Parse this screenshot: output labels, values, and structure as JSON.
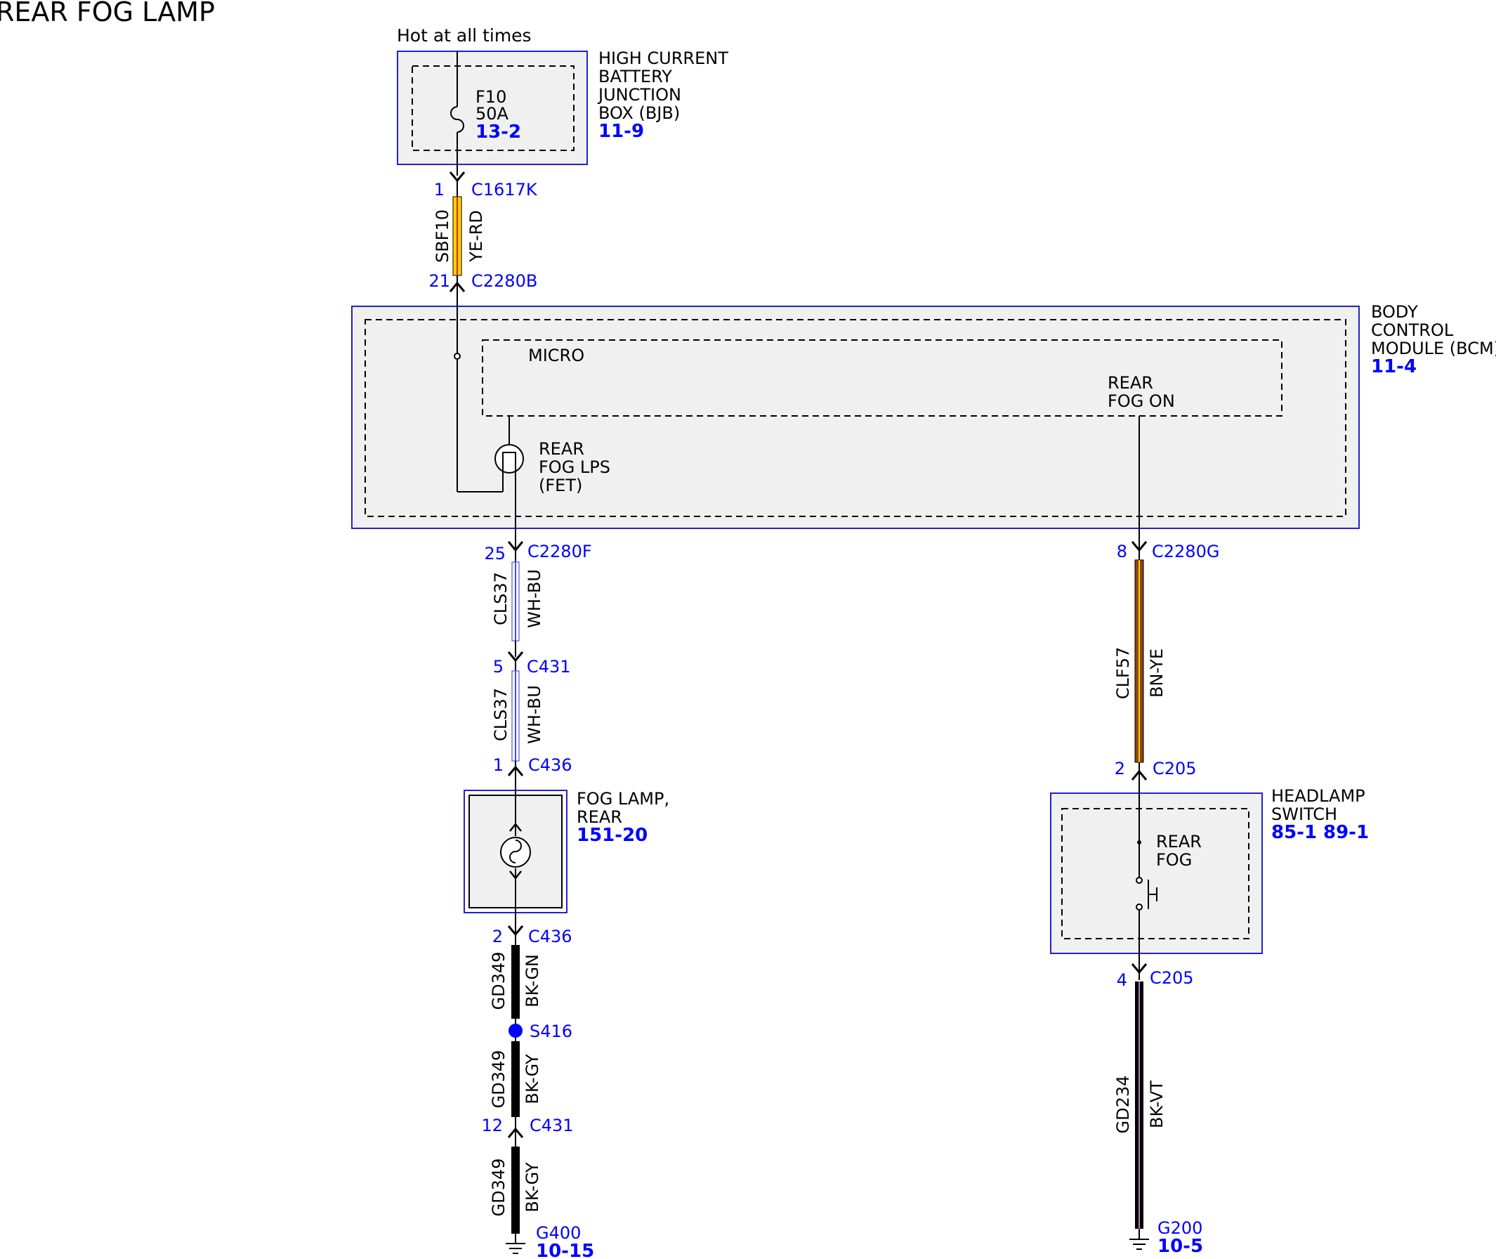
{
  "title": "REAR FOG LAMP",
  "hot_label": "Hot at all times",
  "colors": {
    "module_border": "#2222cc",
    "module_fill": "#f0f0f0",
    "splice": "#0000ff",
    "ref_text": "#0000ff"
  },
  "bjb": {
    "name_lines": [
      "HIGH CURRENT",
      "BATTERY",
      "JUNCTION",
      "BOX (BJB)"
    ],
    "ref": "11-9",
    "fuse_name": "F10",
    "fuse_rating": "50A",
    "fuse_ref": "13-2"
  },
  "bcm": {
    "name_lines": [
      "BODY",
      "CONTROL",
      "MODULE (BCM)"
    ],
    "ref": "11-4",
    "micro": "MICRO",
    "rear_fog_on": [
      "REAR",
      "FOG ON"
    ],
    "fet_lines": [
      "REAR",
      "FOG LPS",
      "(FET)"
    ]
  },
  "fog_lamp": {
    "name_lines": [
      "FOG LAMP,",
      "REAR"
    ],
    "ref": "151-20"
  },
  "headlamp_switch": {
    "name_lines": [
      "HEADLAMP",
      "SWITCH"
    ],
    "refs": [
      "85-1",
      "89-1"
    ],
    "switch_lines": [
      "REAR",
      "FOG"
    ]
  },
  "connectors": {
    "c1617k": {
      "pin": "1",
      "name": "C1617K"
    },
    "c2280b": {
      "pin": "21",
      "name": "C2280B"
    },
    "c2280f": {
      "pin": "25",
      "name": "C2280F"
    },
    "c431_top": {
      "pin": "5",
      "name": "C431"
    },
    "c436_top": {
      "pin": "1",
      "name": "C436"
    },
    "c436_bot": {
      "pin": "2",
      "name": "C436"
    },
    "c431_bot": {
      "pin": "12",
      "name": "C431"
    },
    "c2280g": {
      "pin": "8",
      "name": "C2280G"
    },
    "c205_top": {
      "pin": "2",
      "name": "C205"
    },
    "c205_bot": {
      "pin": "4",
      "name": "C205"
    }
  },
  "splice": {
    "name": "S416"
  },
  "wires": {
    "sbf10": {
      "circuit": "SBF10",
      "color": "YE-RD"
    },
    "cls37_a": {
      "circuit": "CLS37",
      "color": "WH-BU"
    },
    "cls37_b": {
      "circuit": "CLS37",
      "color": "WH-BU"
    },
    "gd349_a": {
      "circuit": "GD349",
      "color": "BK-GN"
    },
    "gd349_b": {
      "circuit": "GD349",
      "color": "BK-GY"
    },
    "gd349_c": {
      "circuit": "GD349",
      "color": "BK-GY"
    },
    "clf57": {
      "circuit": "CLF57",
      "color": "BN-YE"
    },
    "gd234": {
      "circuit": "GD234",
      "color": "BK-VT"
    }
  },
  "grounds": {
    "g400": {
      "name": "G400",
      "ref": "10-15"
    },
    "g200": {
      "name": "G200",
      "ref": "10-5"
    }
  }
}
